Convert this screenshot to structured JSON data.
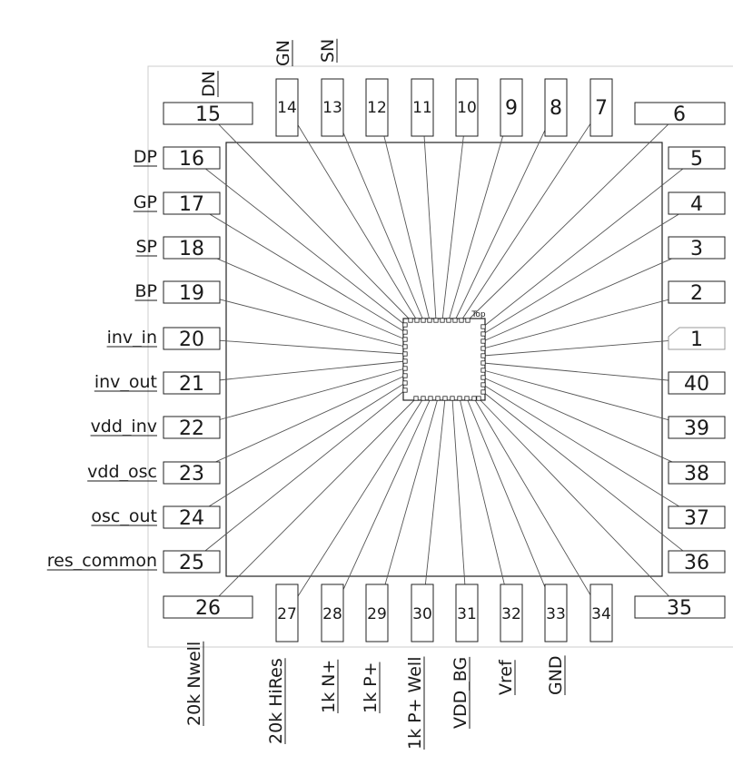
{
  "diagram": {
    "top_marker": "Top",
    "pins": [
      {
        "n": "1",
        "label": ""
      },
      {
        "n": "2",
        "label": ""
      },
      {
        "n": "3",
        "label": ""
      },
      {
        "n": "4",
        "label": ""
      },
      {
        "n": "5",
        "label": ""
      },
      {
        "n": "6",
        "label": ""
      },
      {
        "n": "7",
        "label": ""
      },
      {
        "n": "8",
        "label": ""
      },
      {
        "n": "9",
        "label": ""
      },
      {
        "n": "10",
        "label": ""
      },
      {
        "n": "11",
        "label": ""
      },
      {
        "n": "12",
        "label": ""
      },
      {
        "n": "13",
        "label": "SN"
      },
      {
        "n": "14",
        "label": "GN"
      },
      {
        "n": "15",
        "label": "DN"
      },
      {
        "n": "16",
        "label": "DP"
      },
      {
        "n": "17",
        "label": "GP"
      },
      {
        "n": "18",
        "label": "SP"
      },
      {
        "n": "19",
        "label": "BP"
      },
      {
        "n": "20",
        "label": "inv_in"
      },
      {
        "n": "21",
        "label": "inv_out"
      },
      {
        "n": "22",
        "label": "vdd_inv"
      },
      {
        "n": "23",
        "label": "vdd_osc"
      },
      {
        "n": "24",
        "label": "osc_out"
      },
      {
        "n": "25",
        "label": "res_common"
      },
      {
        "n": "26",
        "label": "20k Nwell"
      },
      {
        "n": "27",
        "label": "20k HiRes"
      },
      {
        "n": "28",
        "label": "1k N+"
      },
      {
        "n": "29",
        "label": "1k P+"
      },
      {
        "n": "30",
        "label": "1k P+ Well"
      },
      {
        "n": "31",
        "label": "VDD_BG"
      },
      {
        "n": "32",
        "label": "Vref"
      },
      {
        "n": "33",
        "label": "GND"
      },
      {
        "n": "34",
        "label": ""
      },
      {
        "n": "35",
        "label": ""
      },
      {
        "n": "36",
        "label": ""
      },
      {
        "n": "37",
        "label": ""
      },
      {
        "n": "38",
        "label": ""
      },
      {
        "n": "39",
        "label": ""
      },
      {
        "n": "40",
        "label": ""
      }
    ]
  },
  "colors": {
    "line": "#555555",
    "pad_stroke": "#222222",
    "frame_stroke": "#cccccc",
    "text": "#1a1a1a"
  }
}
